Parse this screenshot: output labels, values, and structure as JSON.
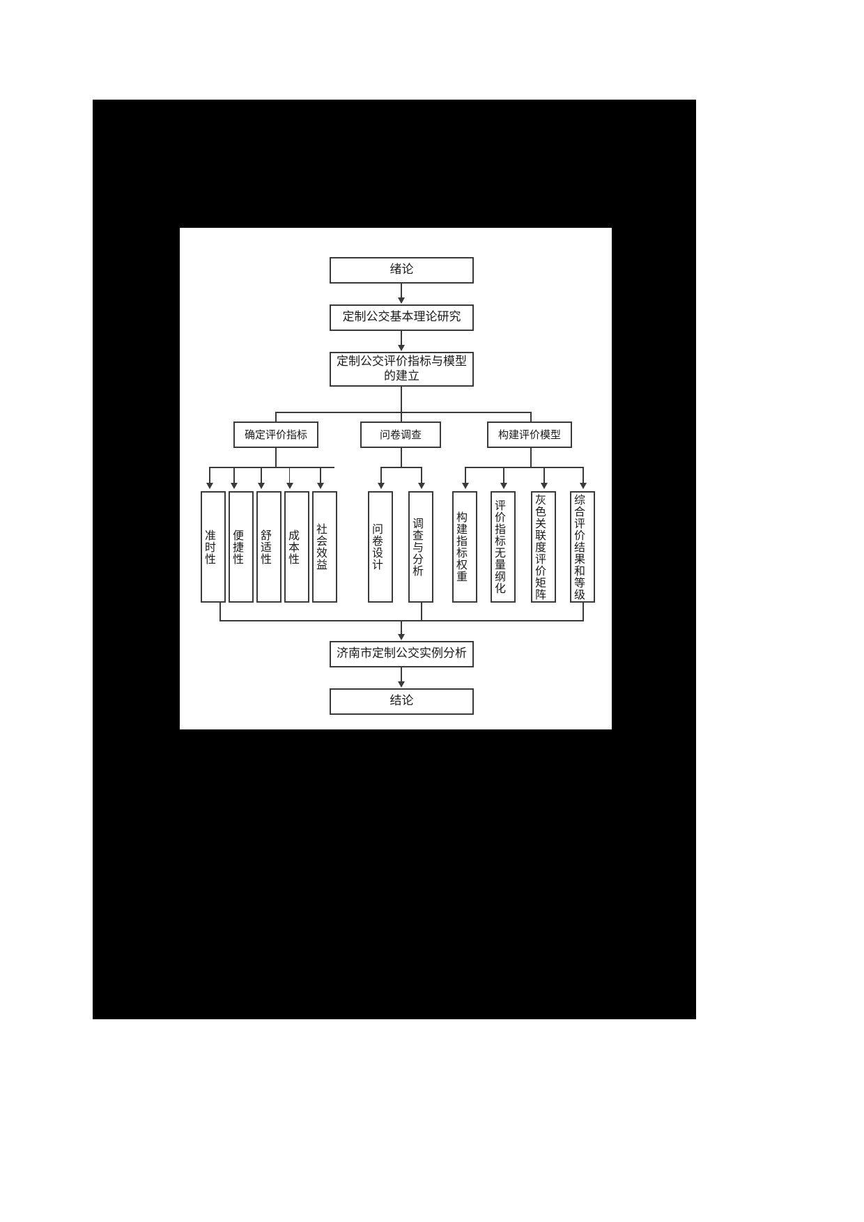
{
  "document": {
    "page_background": "#ffffff",
    "frame_color": "#000000",
    "canvas_background": "#ffffff",
    "line_color": "#3a3a3a"
  },
  "chart_data": {
    "type": "diagram",
    "title": "",
    "orientation": "top-to-bottom flowchart",
    "nodes": [
      {
        "id": "n1",
        "label": "绪论",
        "level": 0
      },
      {
        "id": "n2",
        "label": "定制公交基本理论研究",
        "level": 1
      },
      {
        "id": "n3",
        "label": "定制公交评价指标与模型\n的建立",
        "level": 2
      },
      {
        "id": "n4",
        "label": "确定评价指标",
        "level": 3
      },
      {
        "id": "n5",
        "label": "问卷调查",
        "level": 3
      },
      {
        "id": "n6",
        "label": "构建评价模型",
        "level": 3
      },
      {
        "id": "n7",
        "label": "准时性",
        "level": 4
      },
      {
        "id": "n8",
        "label": "便捷性",
        "level": 4
      },
      {
        "id": "n9",
        "label": "舒适性",
        "level": 4
      },
      {
        "id": "n10",
        "label": "成本性",
        "level": 4
      },
      {
        "id": "n11",
        "label": "社会效益",
        "level": 4
      },
      {
        "id": "n12",
        "label": "问卷设计",
        "level": 4
      },
      {
        "id": "n13",
        "label": "调查与分析",
        "level": 4
      },
      {
        "id": "n14",
        "label": "构建指标权重",
        "level": 4
      },
      {
        "id": "n15",
        "label": "评价指标无量纲化",
        "level": 4
      },
      {
        "id": "n16",
        "label": "灰色关联度评价矩阵",
        "level": 4
      },
      {
        "id": "n17",
        "label": "综合评价结果和等级",
        "level": 4
      },
      {
        "id": "n18",
        "label": "济南市定制公交实例分析",
        "level": 5
      },
      {
        "id": "n19",
        "label": "结论",
        "level": 6
      }
    ],
    "edges": [
      {
        "from": "n1",
        "to": "n2"
      },
      {
        "from": "n2",
        "to": "n3"
      },
      {
        "from": "n3",
        "to": "n4"
      },
      {
        "from": "n3",
        "to": "n5"
      },
      {
        "from": "n3",
        "to": "n6"
      },
      {
        "from": "n4",
        "to": "n7"
      },
      {
        "from": "n4",
        "to": "n8"
      },
      {
        "from": "n4",
        "to": "n9"
      },
      {
        "from": "n4",
        "to": "n10"
      },
      {
        "from": "n4",
        "to": "n11"
      },
      {
        "from": "n5",
        "to": "n12"
      },
      {
        "from": "n5",
        "to": "n13"
      },
      {
        "from": "n6",
        "to": "n14"
      },
      {
        "from": "n6",
        "to": "n15"
      },
      {
        "from": "n6",
        "to": "n16"
      },
      {
        "from": "n6",
        "to": "n17"
      },
      {
        "from": "n7",
        "to": "n18"
      },
      {
        "from": "n13",
        "to": "n18"
      },
      {
        "from": "n17",
        "to": "n18"
      },
      {
        "from": "n18",
        "to": "n19"
      }
    ]
  },
  "flow": {
    "intro": "绪论",
    "theory": "定制公交基本理论研究",
    "model_build_line1": "定制公交评价指标与模型",
    "model_build_line2": "的建立",
    "branch_indicators": "确定评价指标",
    "branch_survey": "问卷调查",
    "branch_model": "构建评价模型",
    "indicator_items": [
      "准时性",
      "便捷性",
      "舒适性",
      "成本性",
      "社会效益"
    ],
    "survey_items": [
      "问卷设计",
      "调查与分析"
    ],
    "model_items": [
      "构建指标权重",
      "评价指标无量纲化",
      "灰色关联度评价矩阵",
      "综合评价结果和等级"
    ],
    "case_study": "济南市定制公交实例分析",
    "conclusion": "结论"
  }
}
